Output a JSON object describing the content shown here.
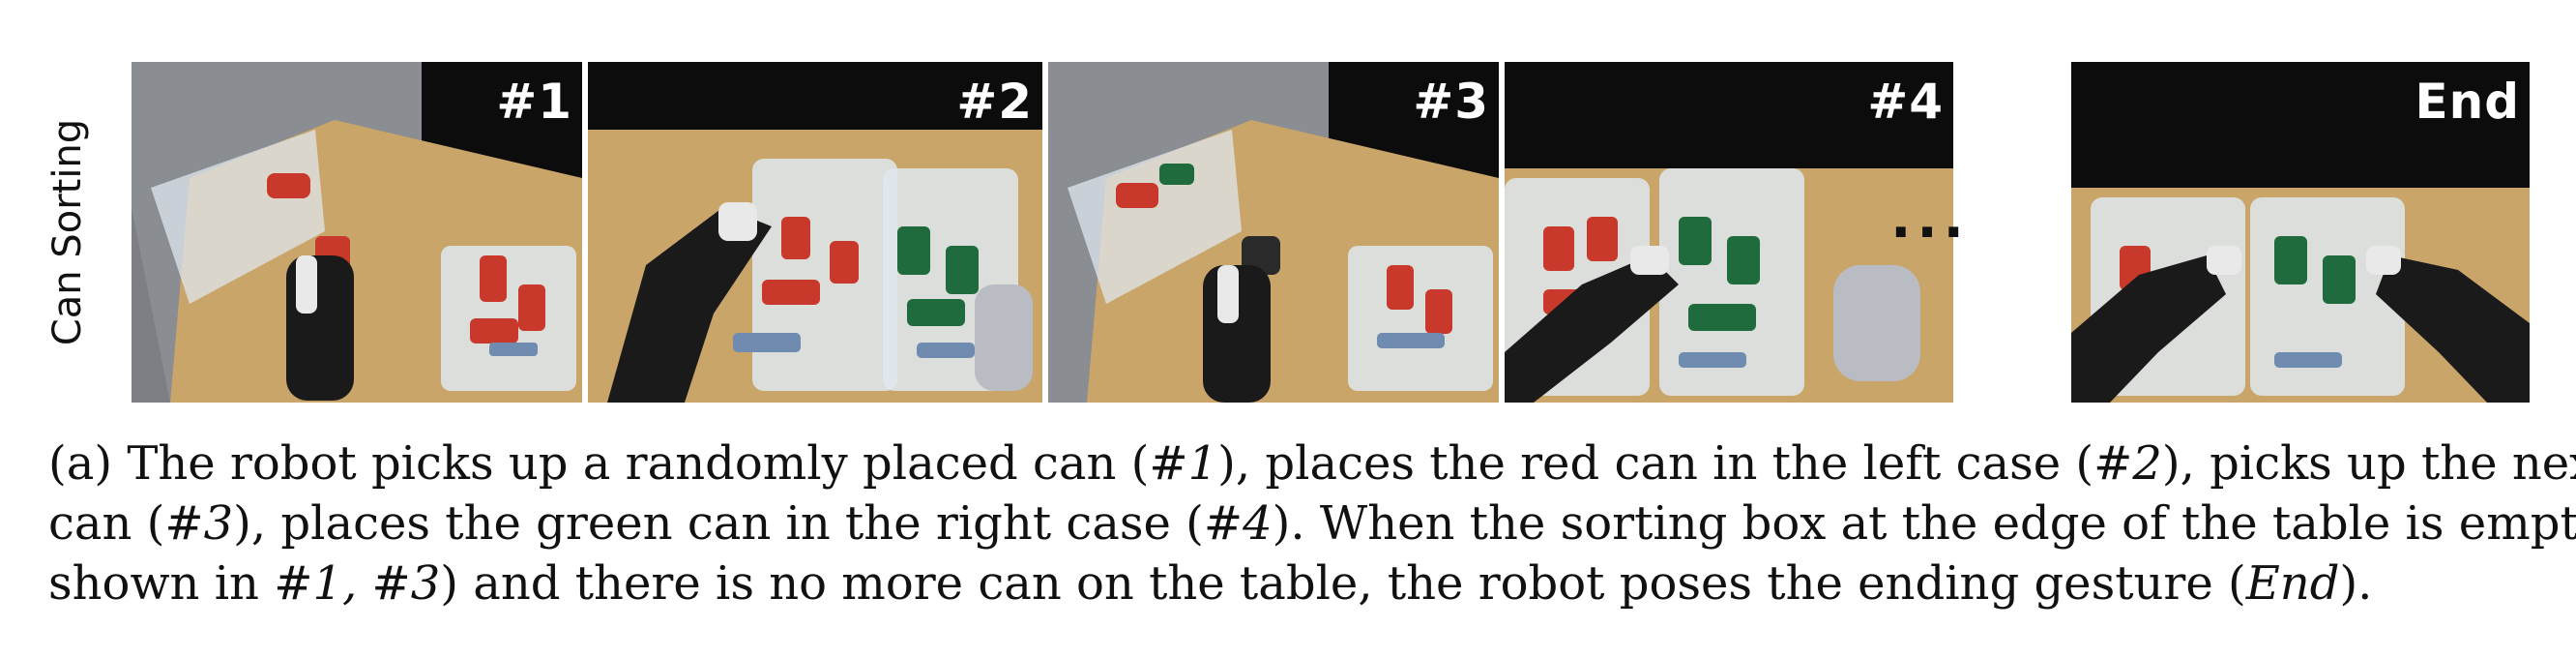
{
  "row_label": "Can Sorting",
  "frames": [
    {
      "label": "#1"
    },
    {
      "label": "#2"
    },
    {
      "label": "#3"
    },
    {
      "label": "#4"
    },
    {
      "label": "End"
    }
  ],
  "ellipsis": "···",
  "caption": {
    "line1": {
      "t1": "(a) The robot picks up a randomly placed can (",
      "i1": "#1",
      "t2": "), places the red can in the left case (",
      "i2": "#2",
      "t3": "), picks up the next"
    },
    "line2": {
      "t1": "can (",
      "i1": "#3",
      "t2": "), places the green can in the right case (",
      "i2": "#4",
      "t3": "). When the sorting box at the edge of the table is empty (as"
    },
    "line3": {
      "t1": "shown in ",
      "i1": "#1, #3",
      "t2": ") and there is no more can on the table, the robot poses the ending gesture (",
      "i2": "End",
      "t3": ")."
    }
  },
  "colors": {
    "table": "#c9a56a",
    "wall": "#0c0c0c",
    "floor": "#8a8d92",
    "red_can": "#c8392b",
    "green_can": "#1f6b3e",
    "robot": "#1a1a1a",
    "case": "#dfe7ee"
  }
}
